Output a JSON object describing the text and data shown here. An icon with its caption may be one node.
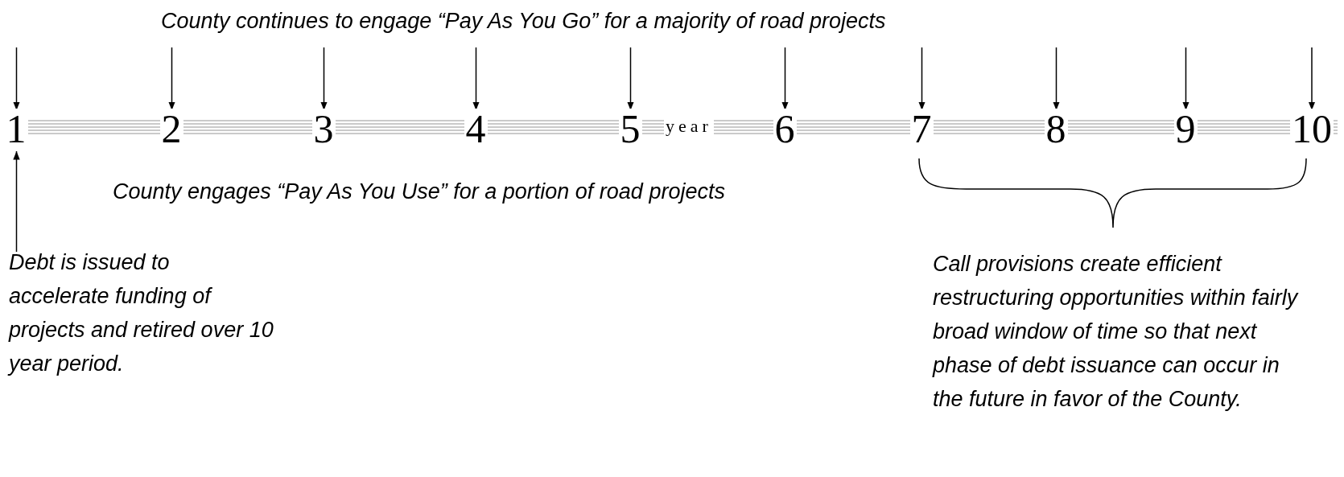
{
  "diagram": {
    "nodes": [
      {
        "text": [
          "1"
        ]
      },
      {
        "text": [
          "2"
        ]
      },
      {
        "text": [
          "3"
        ]
      },
      {
        "text": [
          "4"
        ]
      },
      {
        "text": [
          "5"
        ]
      },
      {
        "text": [
          "6"
        ]
      },
      {
        "text": [
          "7"
        ]
      },
      {
        "text": [
          "8"
        ]
      },
      {
        "text": [
          "9"
        ]
      },
      {
        "text": [
          "10"
        ]
      },
      {
        "text": [
          "Debt is issued to accelerate funding of projects and retired over 10 year period."
        ]
      }
    ],
    "edges": [
      {
        "from": null,
        "to": 0,
        "arrow": "to"
      },
      {
        "from": null,
        "to": 1,
        "arrow": "to"
      },
      {
        "from": null,
        "to": 2,
        "arrow": "to"
      },
      {
        "from": null,
        "to": 3,
        "arrow": "to"
      },
      {
        "from": null,
        "to": 4,
        "arrow": "to"
      },
      {
        "from": null,
        "to": 5,
        "arrow": "to"
      },
      {
        "from": null,
        "to": 6,
        "arrow": "to"
      },
      {
        "from": null,
        "to": 7,
        "arrow": "to"
      },
      {
        "from": null,
        "to": 8,
        "arrow": "to"
      },
      {
        "from": null,
        "to": 9,
        "arrow": "to"
      },
      {
        "from": 10,
        "to": 0,
        "arrow": "to"
      }
    ],
    "labels": [
      "County continues to engage “Pay As You Go” for a majority of road projects",
      "year",
      "County engages “Pay As You Use” for a portion of road projects",
      "Call provisions create efficient restructuring opportunities within fairly broad window of time so that next phase of debt issuance can occur in the future in favor of the County."
    ]
  }
}
